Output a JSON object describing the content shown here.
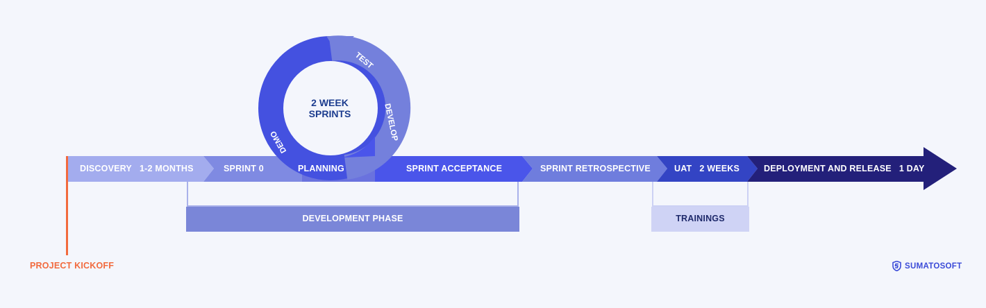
{
  "timeline": {
    "segments": [
      {
        "label": "DISCOVERY",
        "duration": "1-2 MONTHS",
        "color": "#a3acee"
      },
      {
        "label": "SPRINT 0",
        "duration": "",
        "color": "#7f8ae2"
      },
      {
        "label": "PLANNING",
        "duration": "",
        "color": "#6a72de"
      },
      {
        "label": "SPRINT ACCEPTANCE",
        "duration": "",
        "color": "#4a55ea"
      },
      {
        "label": "SPRINT RETROSPECTIVE",
        "duration": "",
        "color": "#6f7ddd"
      },
      {
        "label": "UAT",
        "duration": "2 WEEKS",
        "color": "#3344c4"
      },
      {
        "label": "DEPLOYMENT AND RELEASE",
        "duration": "1 DAY",
        "color": "#23207a"
      }
    ]
  },
  "cycle": {
    "center_title": "2 WEEK SPRINTS",
    "steps": [
      "TEST",
      "DEVELOP",
      "DEMO"
    ],
    "colors": {
      "light": "#7480dc",
      "dark": "#4451e0"
    }
  },
  "phases": {
    "development": {
      "label": "DEVELOPMENT PHASE",
      "color": "#7a86d8"
    },
    "trainings": {
      "label": "TRAININGS",
      "color": "#cfd3f5",
      "text_color": "#1f2a6b"
    }
  },
  "kickoff": {
    "label": "PROJECT KICKOFF",
    "color": "#f26a3d"
  },
  "brand": {
    "name": "SUMATOSOFT",
    "color": "#3b4bd8"
  }
}
